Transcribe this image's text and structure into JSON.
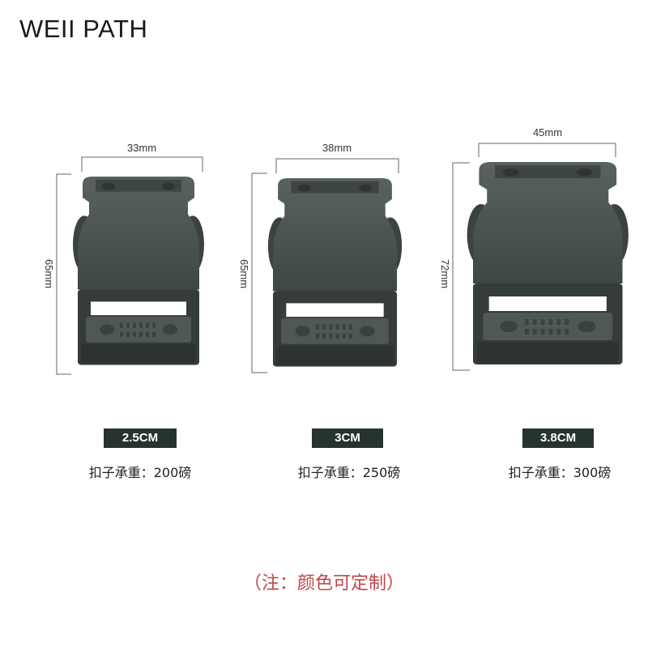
{
  "brand": {
    "logo_text": "WEII PATH",
    "accent_color": "#e07a1f"
  },
  "buckles": [
    {
      "width_label": "33mm",
      "height_label": "65mm",
      "size_badge": "2.5CM",
      "load_text": "扣子承重：200磅"
    },
    {
      "width_label": "38mm",
      "height_label": "65mm",
      "size_badge": "3CM",
      "load_text": "扣子承重：250磅"
    },
    {
      "width_label": "45mm",
      "height_label": "72mm",
      "size_badge": "3.8CM",
      "load_text": "扣子承重：300磅"
    }
  ],
  "note": "（注：颜色可定制）",
  "colors": {
    "buckle_body": "#4a524f",
    "badge_bg": "#263330",
    "note_text": "#c2454a"
  }
}
